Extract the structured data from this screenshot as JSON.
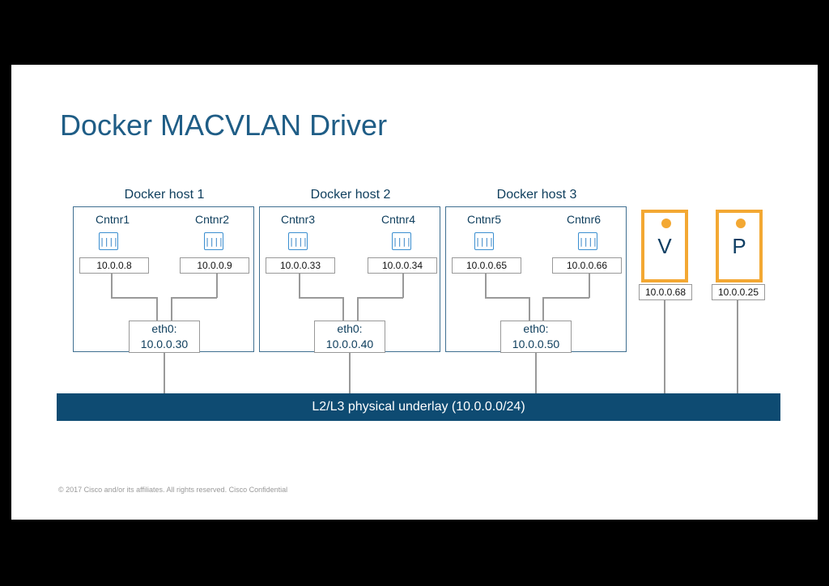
{
  "title": "Docker MACVLAN Driver",
  "hosts": [
    {
      "label": "Docker host 1",
      "containers": [
        {
          "name": "Cntnr1",
          "ip": "10.0.0.8"
        },
        {
          "name": "Cntnr2",
          "ip": "10.0.0.9"
        }
      ],
      "eth_label": "eth0:",
      "eth_ip": "10.0.0.30"
    },
    {
      "label": "Docker host 2",
      "containers": [
        {
          "name": "Cntnr3",
          "ip": "10.0.0.33"
        },
        {
          "name": "Cntnr4",
          "ip": "10.0.0.34"
        }
      ],
      "eth_label": "eth0:",
      "eth_ip": "10.0.0.40"
    },
    {
      "label": "Docker host 3",
      "containers": [
        {
          "name": "Cntnr5",
          "ip": "10.0.0.65"
        },
        {
          "name": "Cntnr6",
          "ip": "10.0.0.66"
        }
      ],
      "eth_label": "eth0:",
      "eth_ip": "10.0.0.50"
    }
  ],
  "container_icon_glyph": "||||",
  "machines": [
    {
      "letter": "V",
      "ip": "10.0.0.68",
      "icon": "virtual-machine-icon"
    },
    {
      "letter": "P",
      "ip": "10.0.0.25",
      "icon": "physical-server-icon"
    }
  ],
  "underlay": "L2/L3 physical underlay (10.0.0.0/24)",
  "footer": "© 2017  Cisco and/or its affiliates.  All rights reserved.    Cisco Confidential",
  "colors": {
    "accent": "#f3a833",
    "underlay": "#0e4b72",
    "title": "#1f5d86",
    "host_border": "#3f6f90",
    "icon": "#3a8ed0"
  }
}
